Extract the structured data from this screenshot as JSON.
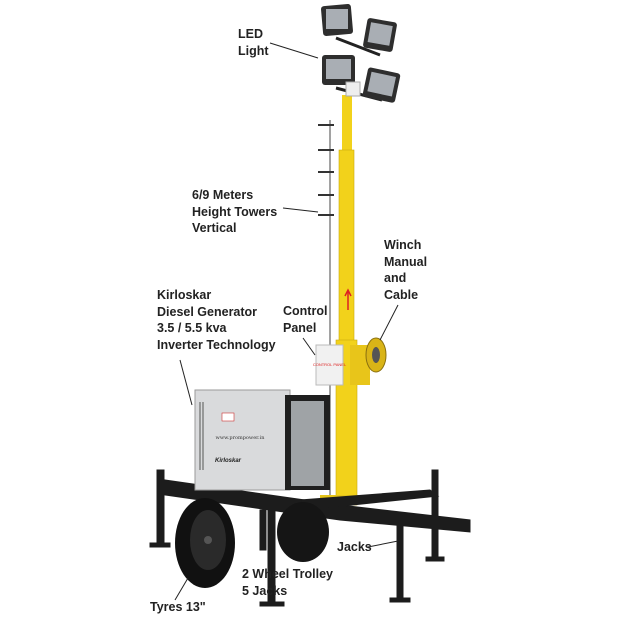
{
  "labels": {
    "led": [
      "LED",
      "Light"
    ],
    "tower": [
      "6/9 Meters",
      "Height Towers",
      "Vertical"
    ],
    "winch": [
      "Winch",
      "Manual",
      "and",
      "Cable"
    ],
    "control": [
      "Control",
      "Panel"
    ],
    "generator": [
      "Kirloskar",
      "Diesel Generator",
      "3.5 / 5.5 kva",
      "Inverter Technology"
    ],
    "jacks": "Jacks",
    "trolley": [
      "2 Wheel Trolley",
      "5 Jacks"
    ],
    "tyres": "Tyres 13\""
  },
  "product_marks": {
    "panel_text": "CONTROL PANEL",
    "website": "www.prompower.in",
    "brand": "Kirloskar"
  },
  "colors": {
    "mast": "#f2d21b",
    "generator": "#d9dadc",
    "frame": "#1c1c1c",
    "label": "#222222"
  }
}
